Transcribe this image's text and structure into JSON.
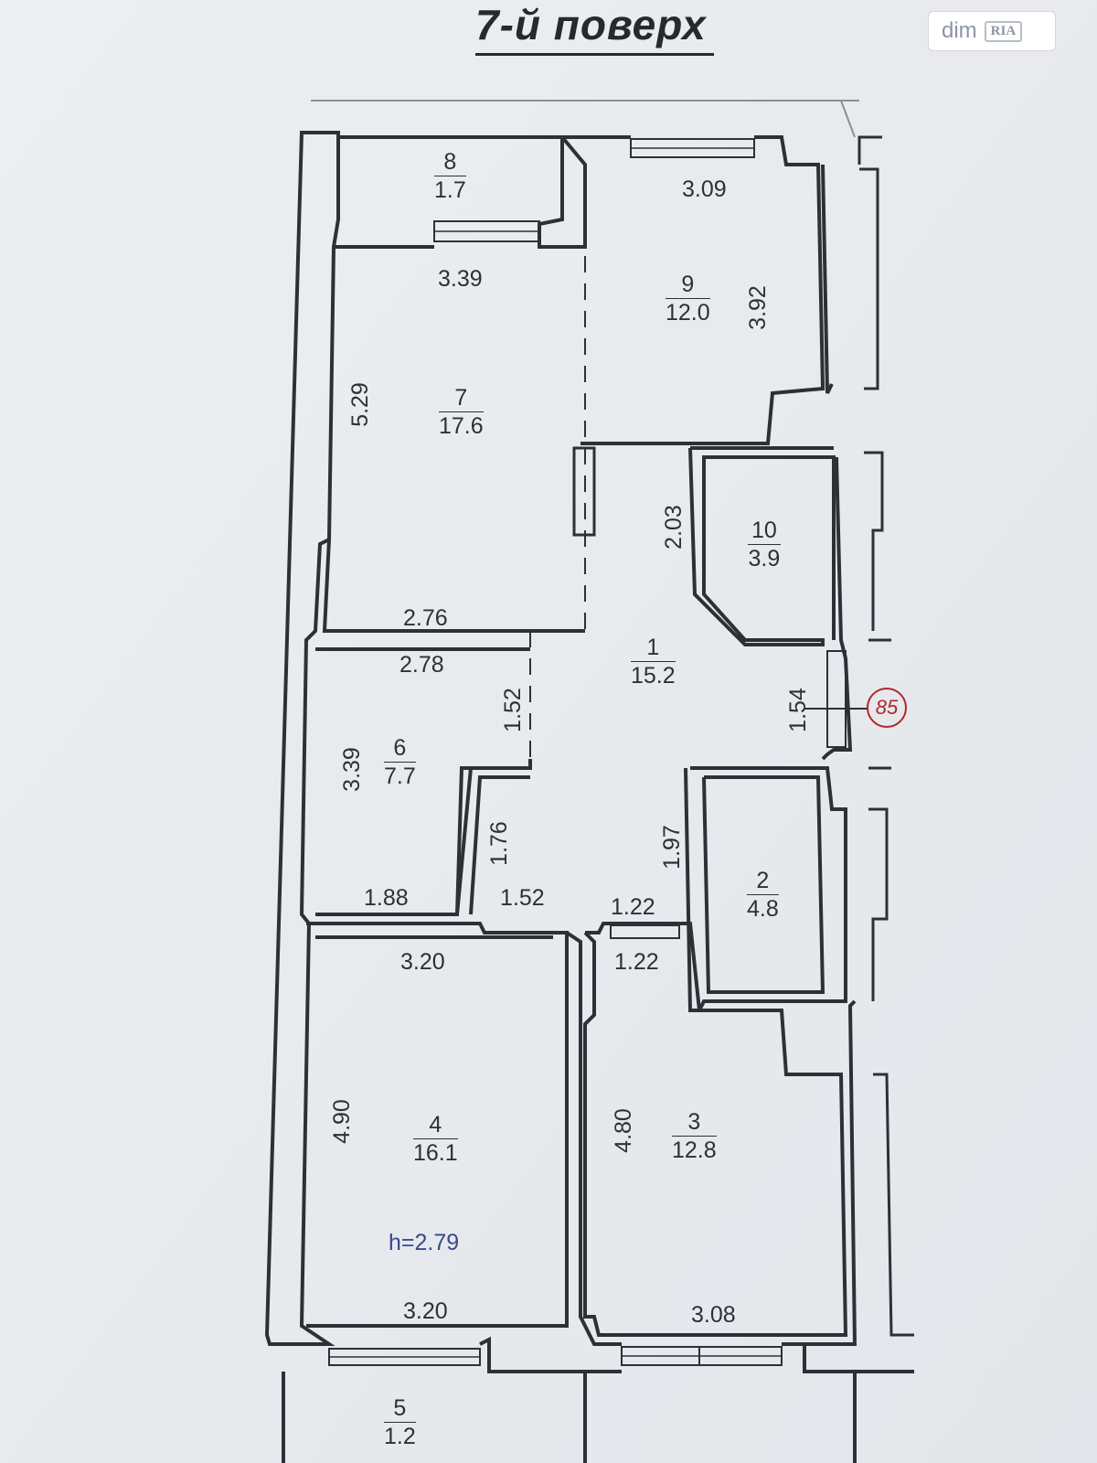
{
  "floor_title": "7-й поверх",
  "logo": {
    "text": "dim",
    "badge": "RIA"
  },
  "rooms": [
    {
      "id": "8",
      "area": "1.7"
    },
    {
      "id": "9",
      "area": "12.0"
    },
    {
      "id": "7",
      "area": "17.6"
    },
    {
      "id": "10",
      "area": "3.9"
    },
    {
      "id": "1",
      "area": "15.2"
    },
    {
      "id": "6",
      "area": "7.7"
    },
    {
      "id": "2",
      "area": "4.8"
    },
    {
      "id": "4",
      "area": "16.1"
    },
    {
      "id": "3",
      "area": "12.8"
    },
    {
      "id": "5",
      "area": "1.2"
    }
  ],
  "dimensions": {
    "d_309": "3.09",
    "d_339_top": "3.39",
    "d_392": "3.92",
    "d_529": "5.29",
    "d_203": "2.03",
    "d_276": "2.76",
    "d_278": "2.78",
    "d_152_v": "1.52",
    "d_154": "1.54",
    "d_339_v": "3.39",
    "d_176": "1.76",
    "d_197": "1.97",
    "d_188": "1.88",
    "d_152_h": "1.52",
    "d_122_a": "1.22",
    "d_122_b": "1.22",
    "d_320_top": "3.20",
    "d_490": "4.90",
    "d_480": "4.80",
    "d_320_bottom": "3.20",
    "d_308": "3.08"
  },
  "ceiling_height": "h=2.79",
  "apartment_marker": "85"
}
